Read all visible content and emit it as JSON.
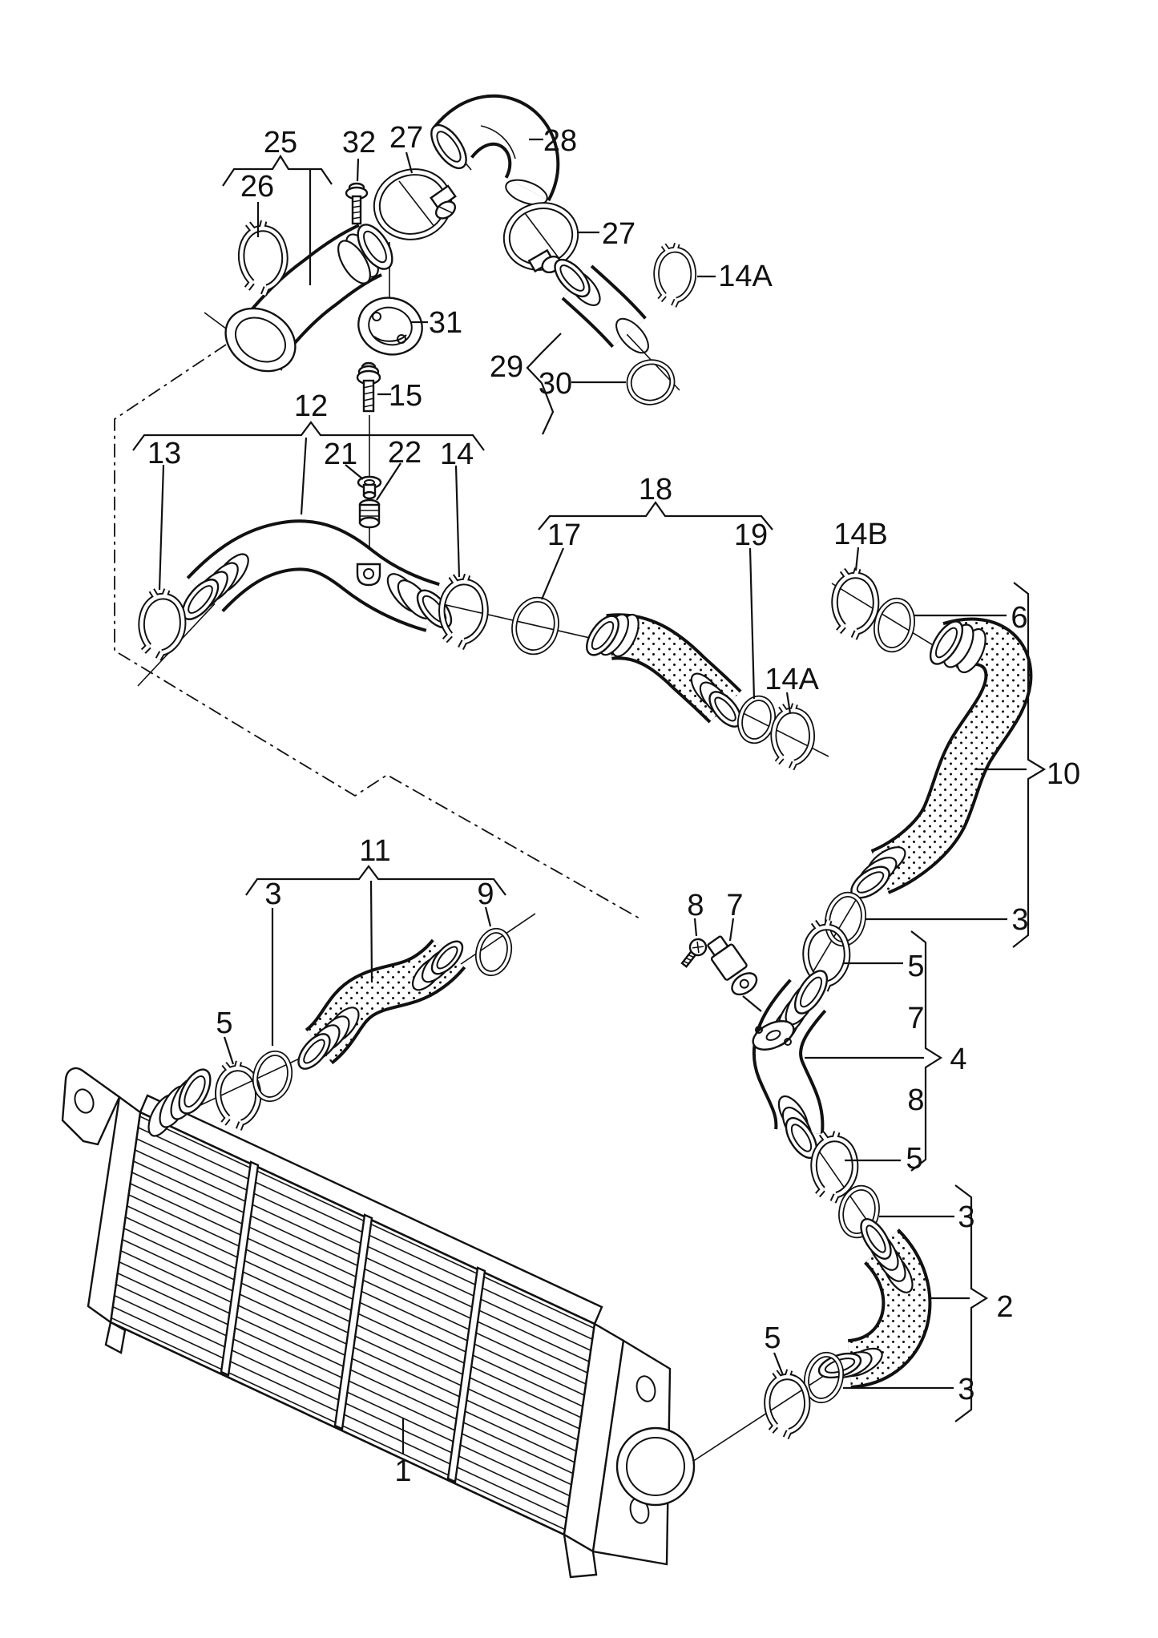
{
  "diagram": {
    "type": "exploded-parts-diagram",
    "subject": "Intercooler and charge air (pressure) hoses",
    "colors": {
      "background": "#ffffff",
      "ink": "#111111"
    },
    "part_labels": {
      "l25": "25",
      "l26": "26",
      "l32": "32",
      "l27a": "27",
      "l28": "28",
      "l27b": "27",
      "l14a_top": "14A",
      "l31": "31",
      "l29": "29",
      "l30": "30",
      "l15": "15",
      "l12": "12",
      "l13": "13",
      "l21": "21",
      "l22": "22",
      "l14": "14",
      "l18": "18",
      "l17": "17",
      "l19": "19",
      "l14b": "14B",
      "l6": "6",
      "l10": "10",
      "l14a_mid": "14A",
      "l3_10": "3",
      "l8_screw": "8",
      "l7_sensor": "7",
      "l5_col_top": "5",
      "l7_col": "7",
      "l4": "4",
      "l8_col": "8",
      "l5_col_bot": "5",
      "l11": "11",
      "l3_left": "3",
      "l9": "9",
      "l5_left": "5",
      "l1": "1",
      "l5_bot": "5",
      "l3_mid": "3",
      "l2": "2",
      "l3_bot": "3"
    }
  }
}
